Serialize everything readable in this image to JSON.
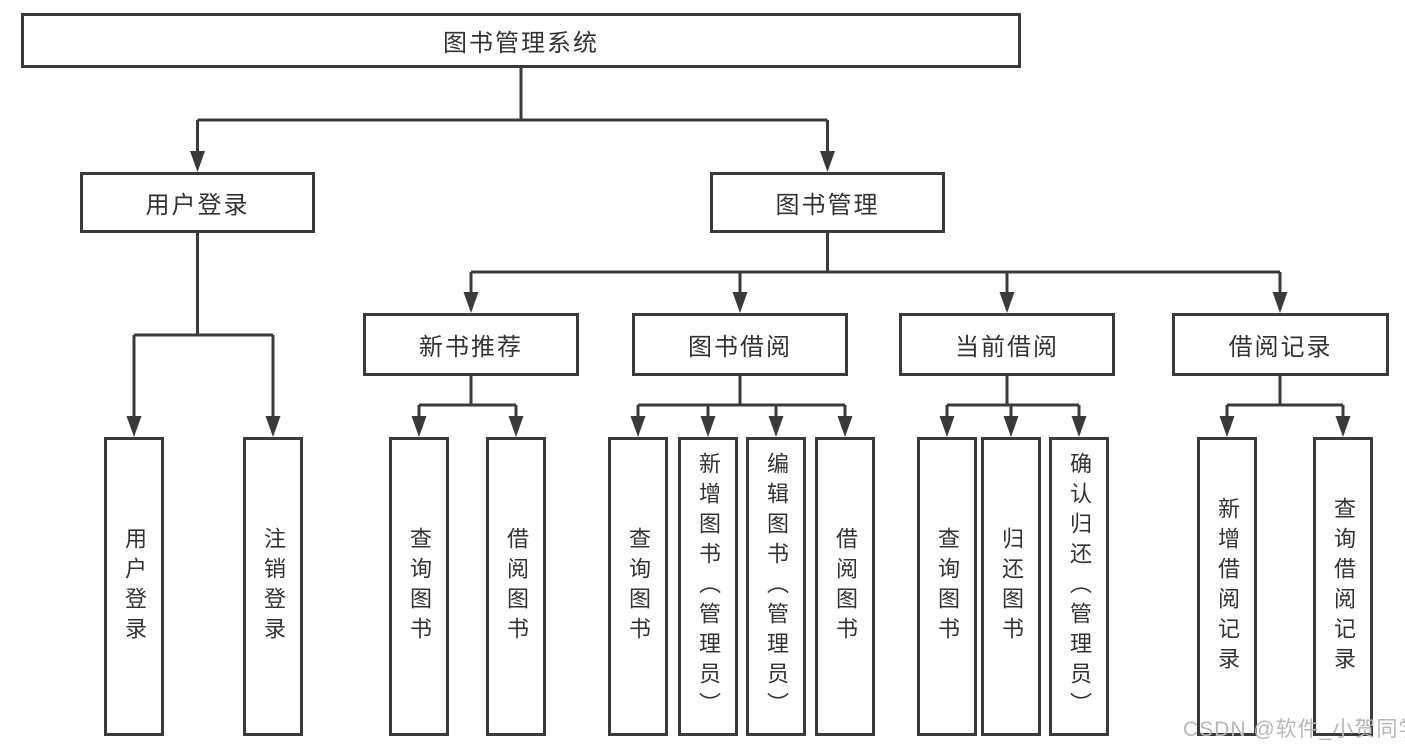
{
  "tree": {
    "root": "图书管理系统",
    "children": [
      {
        "label": "用户登录",
        "children": [
          "用户登录",
          "注销登录"
        ]
      },
      {
        "label": "图书管理",
        "children": [
          {
            "label": "新书推荐",
            "children": [
              "查询图书",
              "借阅图书"
            ]
          },
          {
            "label": "图书借阅",
            "children": [
              "查询图书",
              "新增图书（管理员）",
              "编辑图书（管理员）",
              "借阅图书"
            ]
          },
          {
            "label": "当前借阅",
            "children": [
              "查询图书",
              "归还图书",
              "确认归还（管理员）"
            ]
          },
          {
            "label": "借阅记录",
            "children": [
              "新增借阅记录",
              "查询借阅记录"
            ]
          }
        ]
      }
    ]
  },
  "watermark": {
    "text": "CSDN @软件_小贺同学",
    "color": "#b7b7b7"
  },
  "colors": {
    "line": "#3a3a3a",
    "box_border": "#3a3a3a",
    "text": "#333333",
    "background": "#ffffff"
  }
}
